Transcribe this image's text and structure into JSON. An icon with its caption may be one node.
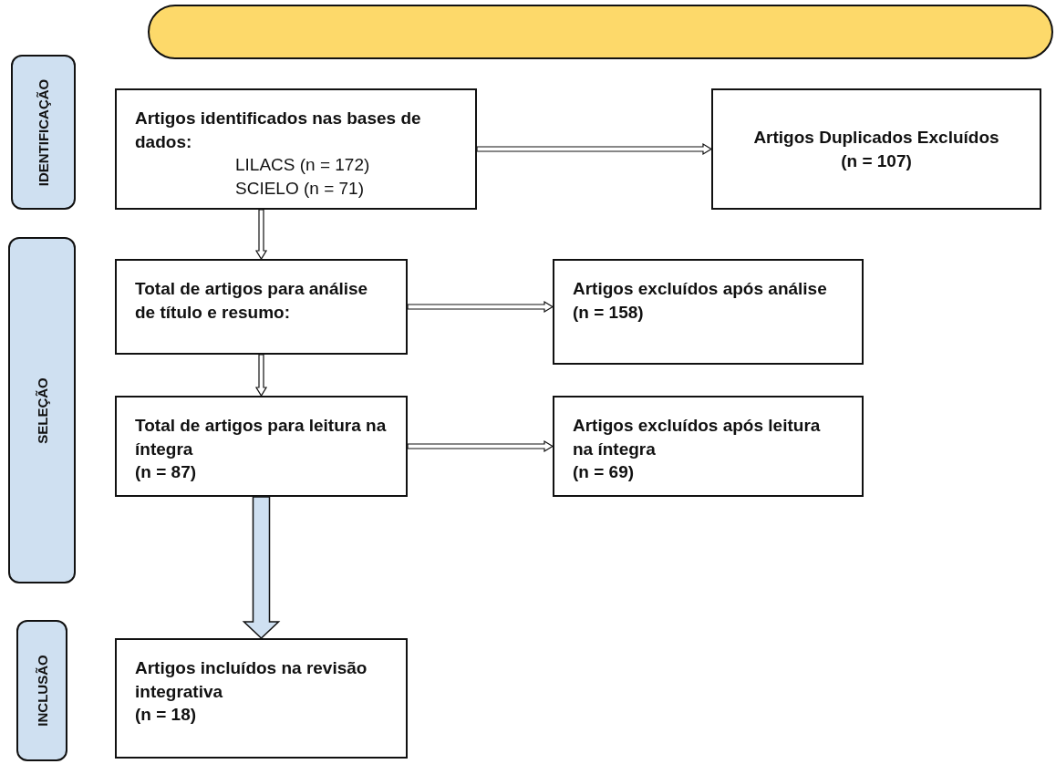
{
  "diagram": {
    "nodes": [
      {
        "text": [],
        "shape": "box"
      },
      {
        "text": [
          "IDENTIFICAÇÃO"
        ]
      },
      {
        "text": [
          "SELEÇÃO"
        ]
      },
      {
        "text": [
          "INCLUSÃO"
        ]
      },
      {
        "text": [
          "Artigos identificados nas bases de dados:",
          "LILACS (n = 172)",
          "SCIELO (n = 71)"
        ]
      },
      {
        "text": [
          "Artigos Duplicados Excluídos",
          "(n = 107)"
        ]
      },
      {
        "text": [
          "Total de artigos para análise de título e resumo:"
        ]
      },
      {
        "text": [
          "Artigos excluídos após análise",
          "(n = 158)"
        ]
      },
      {
        "text": [
          "Total de artigos para leitura na íntegra",
          "(n = 87)"
        ]
      },
      {
        "text": [
          "Artigos excluídos após leitura na íntegra",
          "(n = 69)"
        ]
      },
      {
        "text": [
          "Artigos incluídos na revisão integrativa",
          "(n = 18)"
        ]
      }
    ],
    "edges": [
      {
        "from": 4,
        "to": 5,
        "arrow": "to"
      },
      {
        "from": 4,
        "to": 6,
        "arrow": "to"
      },
      {
        "from": 6,
        "to": 7,
        "arrow": "to"
      },
      {
        "from": 6,
        "to": 8,
        "arrow": "to"
      },
      {
        "from": 8,
        "to": 9,
        "arrow": "to"
      },
      {
        "from": 8,
        "to": 10,
        "arrow": "to",
        "style": "thick",
        "color": "#cfe0f1"
      }
    ]
  }
}
